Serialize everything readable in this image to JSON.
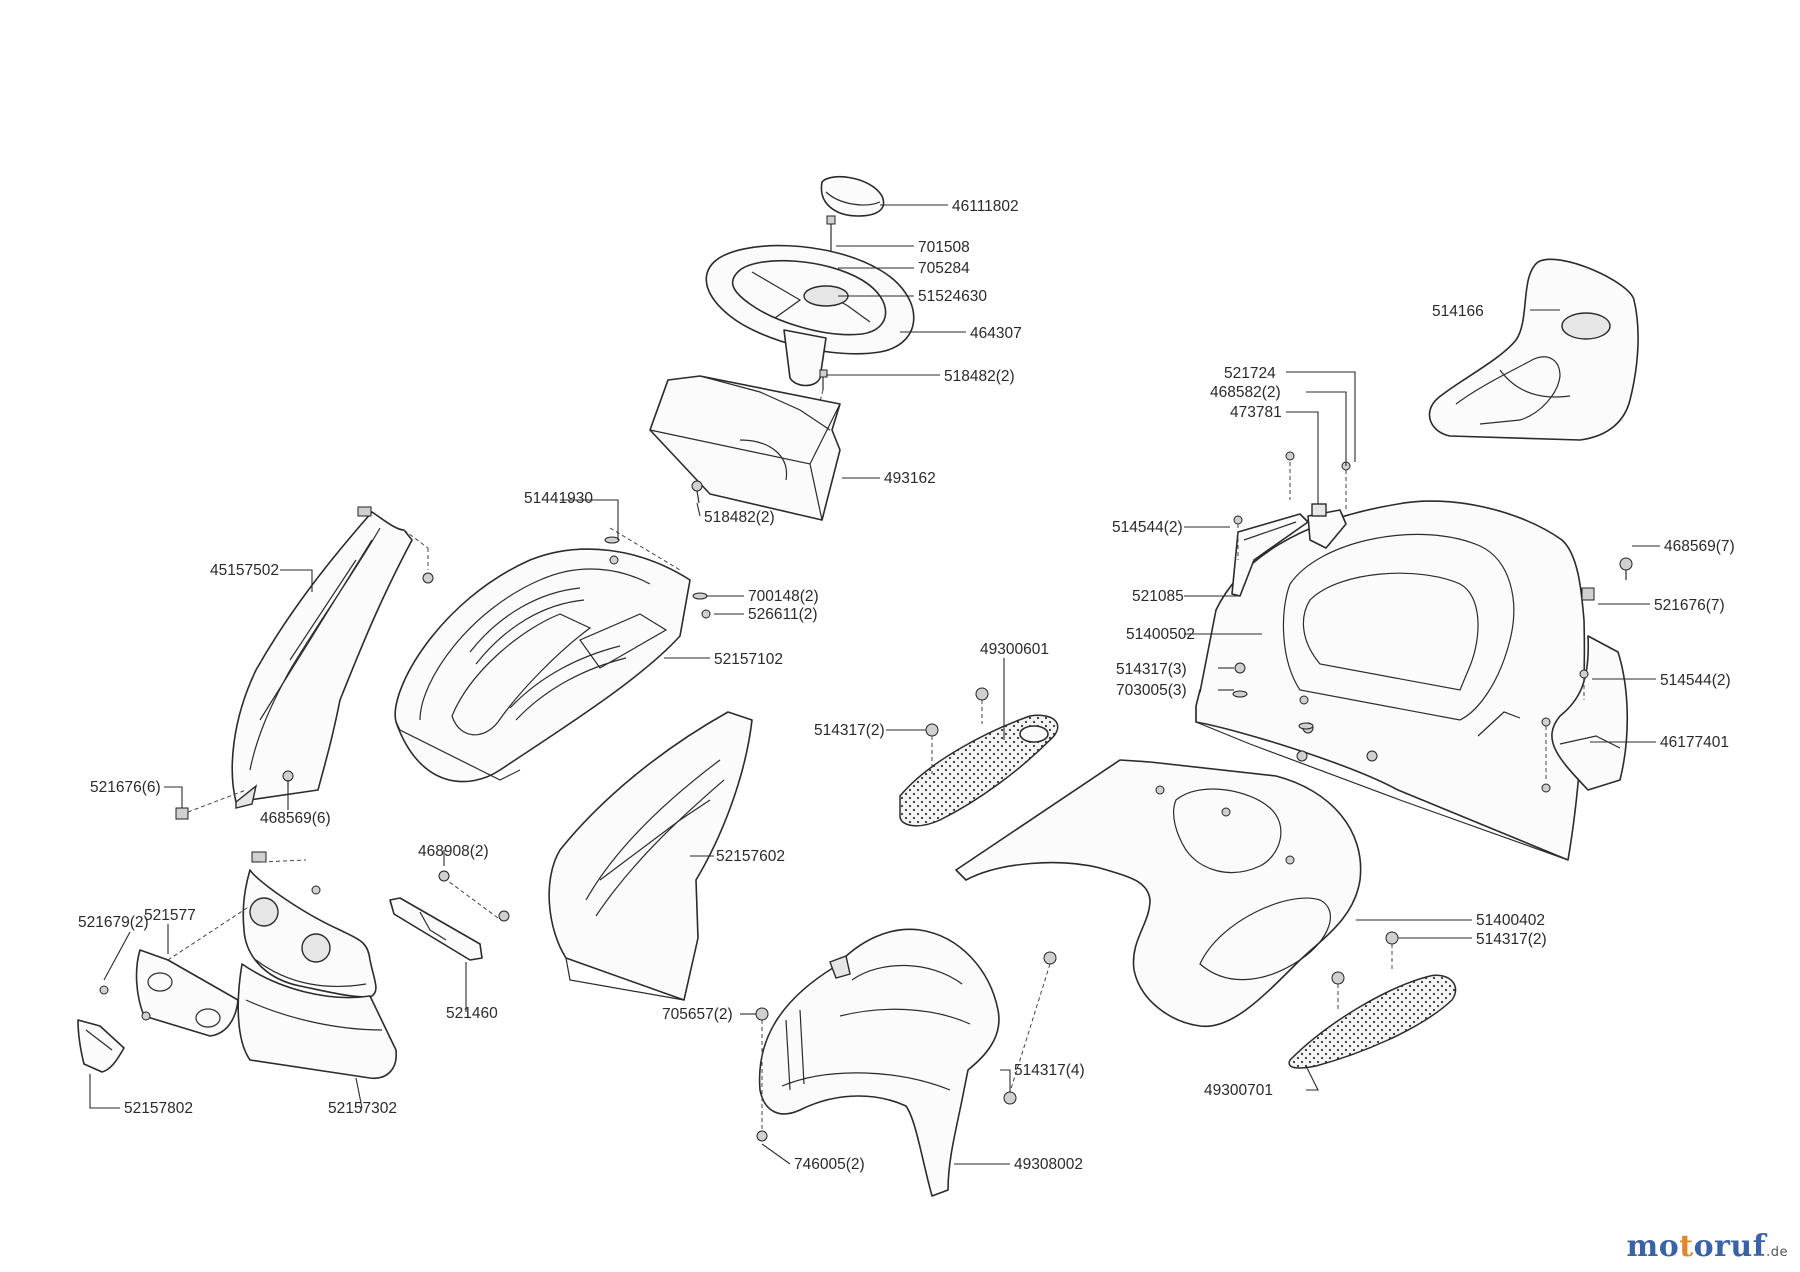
{
  "watermark": {
    "letters": [
      "m",
      "o",
      "t",
      "o",
      "r",
      "u",
      "f"
    ],
    "letter_colors": [
      "#3a62a8",
      "#3a62a8",
      "#e0872a",
      "#3a62a8",
      "#3a62a8",
      "#3a62a8",
      "#3a62a8"
    ],
    "suffix": ".de"
  },
  "labels": {
    "p46111802": "46111802",
    "p701508": "701508",
    "p705284": "705284",
    "p51524630": "51524630",
    "p464307": "464307",
    "p518482_top": "518482(2)",
    "p493162": "493162",
    "p518482_bottom": "518482(2)",
    "p51441930": "51441930",
    "p45157502": "45157502",
    "p700148": "700148(2)",
    "p526611": "526611(2)",
    "p52157102": "52157102",
    "p521676_6": "521676(6)",
    "p468569_6": "468569(6)",
    "p514166": "514166",
    "p521724": "521724",
    "p468582": "468582(2)",
    "p473781": "473781",
    "p514544_left": "514544(2)",
    "p521085": "521085",
    "p51400502": "51400502",
    "p468569_7": "468569(7)",
    "p521676_7": "521676(7)",
    "p514317_3": "514317(3)",
    "p703005": "703005(3)",
    "p514544_right": "514544(2)",
    "p46177401": "46177401",
    "p49300601": "49300601",
    "p514317_2_mid": "514317(2)",
    "p52157602": "52157602",
    "p468908": "468908(2)",
    "p521577": "521577",
    "p521679": "521679(2)",
    "p521460": "521460",
    "p52157802": "52157802",
    "p52157302": "52157302",
    "p705657": "705657(2)",
    "p514317_4": "514317(4)",
    "p746005": "746005(2)",
    "p49308002": "49308002",
    "p51400402": "51400402",
    "p514317_2_right": "514317(2)",
    "p49300701": "49300701"
  }
}
